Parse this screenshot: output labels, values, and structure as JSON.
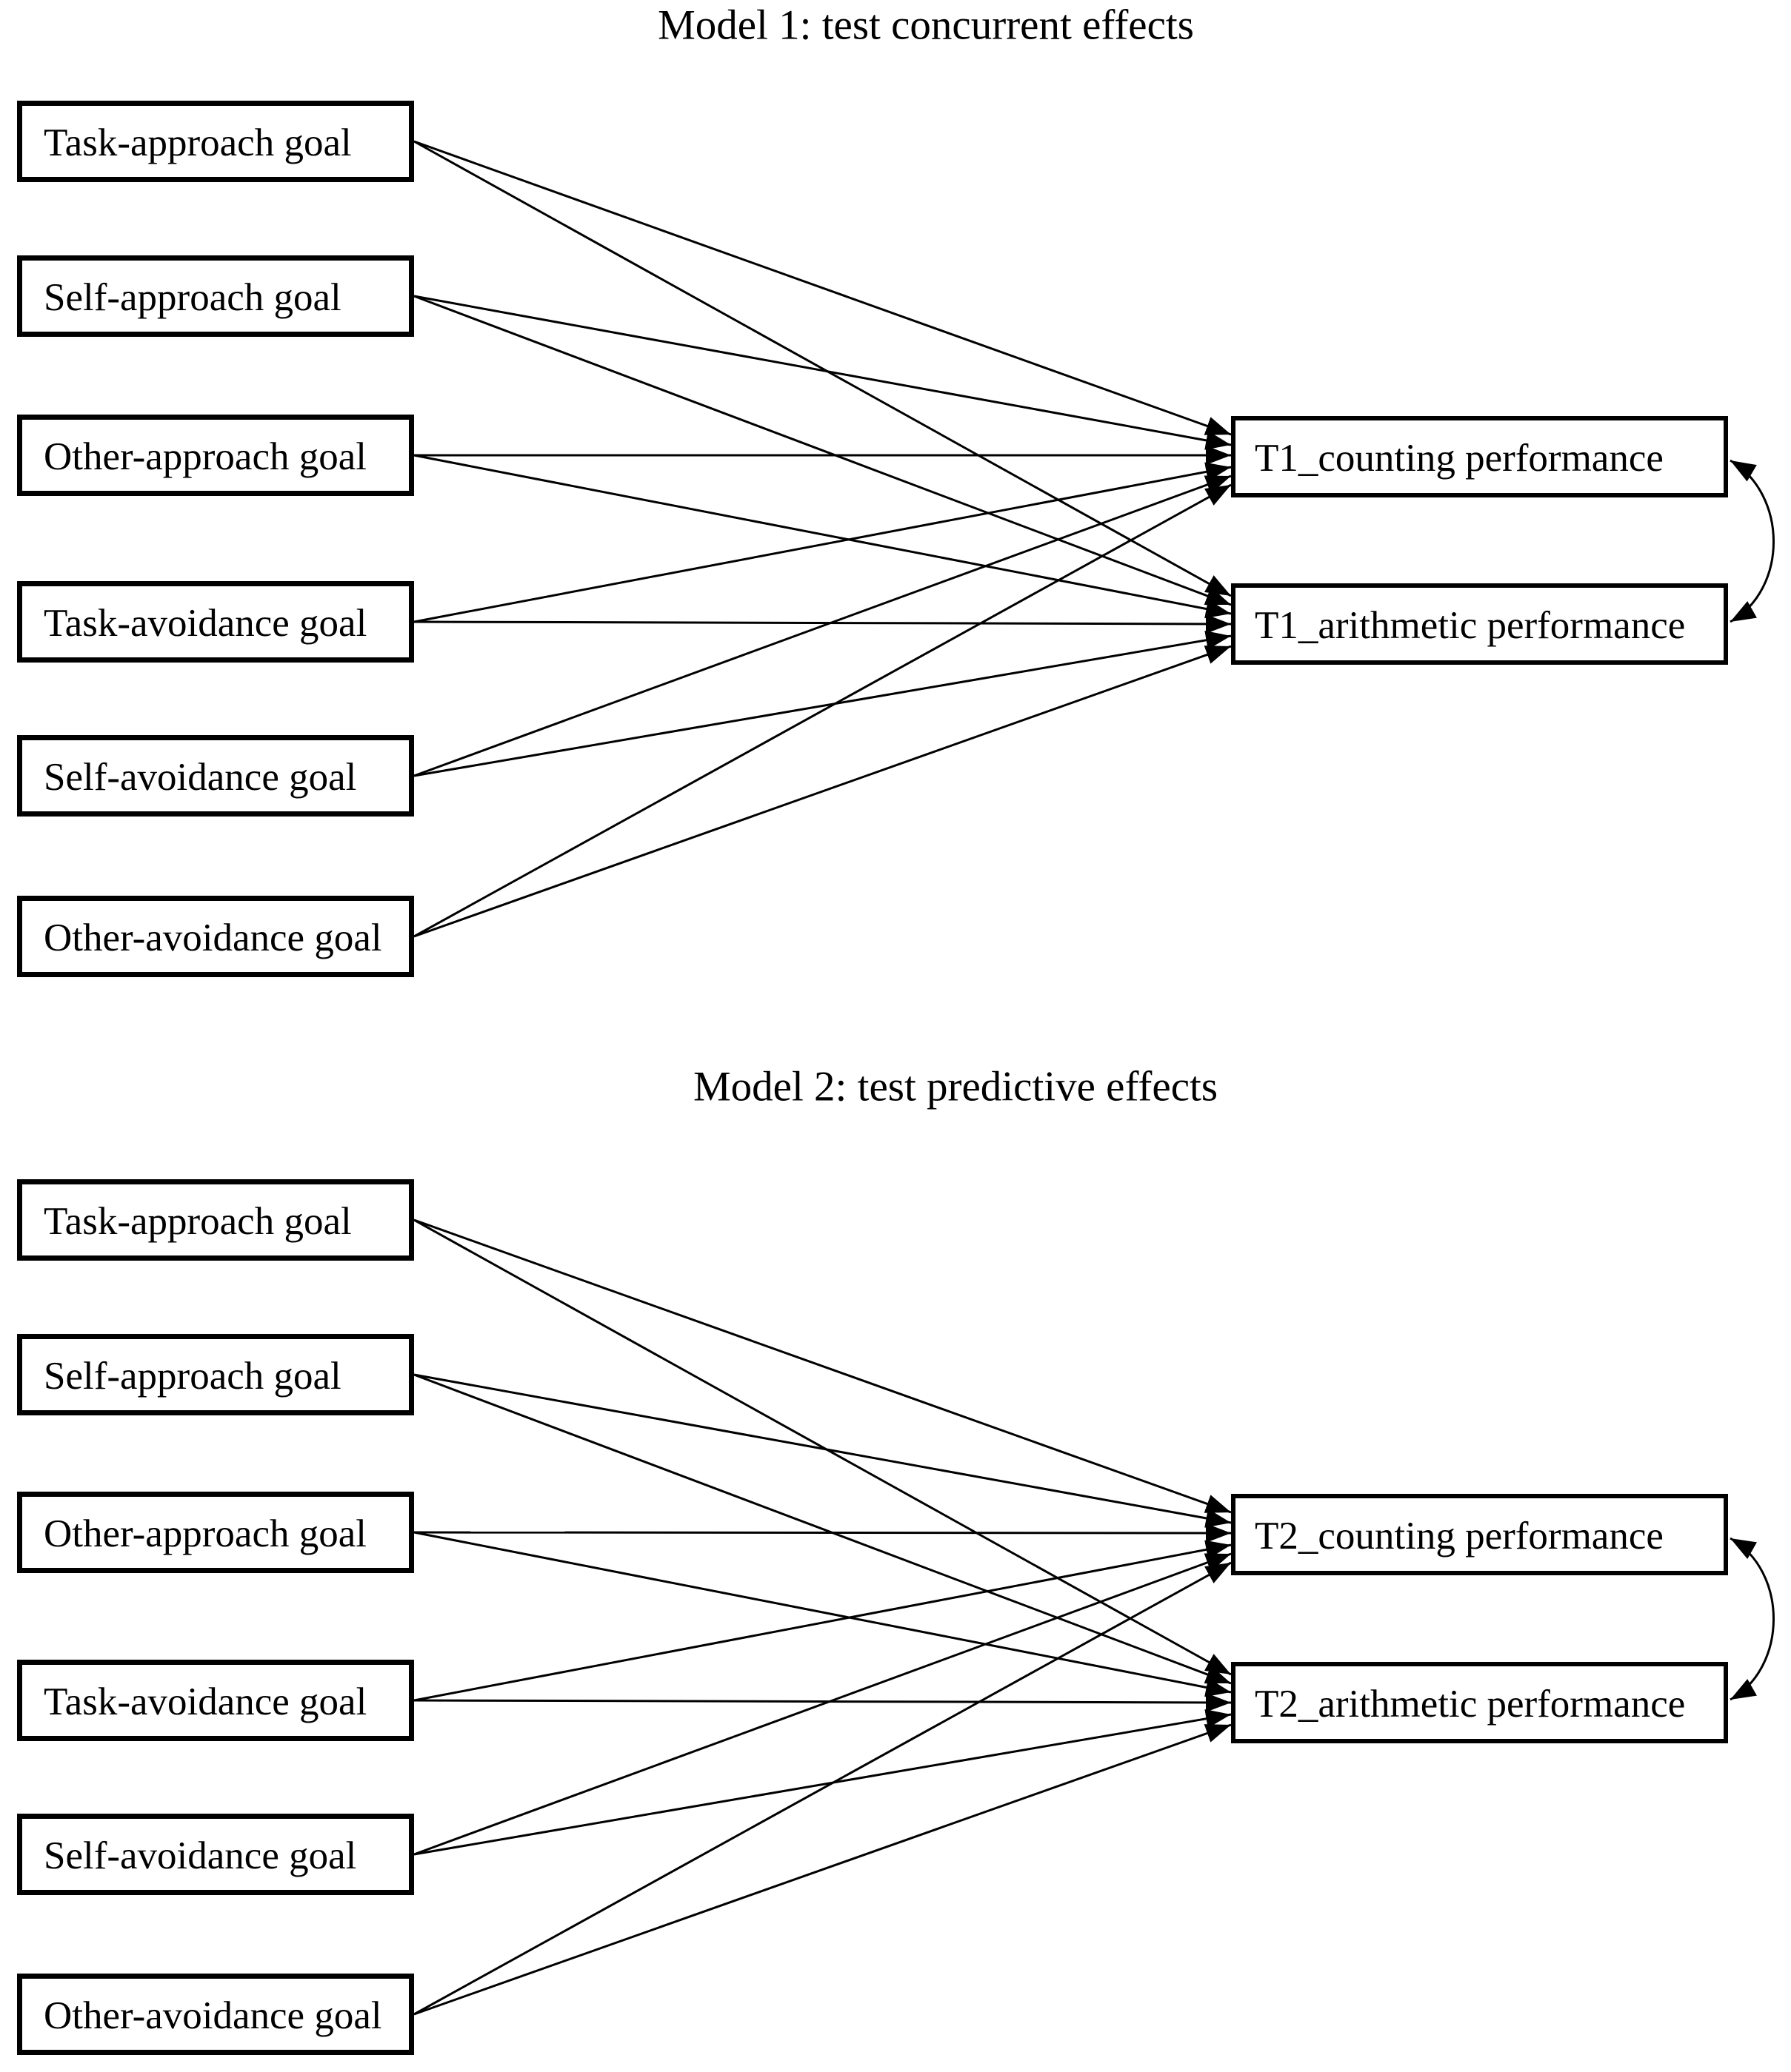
{
  "figure": {
    "type": "path-model-diagram",
    "background_color": "#ffffff",
    "ink_color": "#000000",
    "panels": 2
  },
  "models": [
    {
      "title": "Model 1: test concurrent effects",
      "sources": [
        "Task-approach goal",
        "Self-approach goal",
        "Other-approach goal",
        "Task-avoidance goal",
        "Self-avoidance goal",
        "Other-avoidance goal"
      ],
      "targets": [
        "T1_counting performance",
        "T1_arithmetic performance"
      ],
      "arrows": "each goal box sends one directed arrow to each performance box (12 single-headed arrows)",
      "covariance": "T1_counting performance and T1_arithmetic performance linked by a curved double-headed arrow on the right side"
    },
    {
      "title": "Model 2: test predictive effects",
      "sources": [
        "Task-approach goal",
        "Self-approach goal",
        "Other-approach goal",
        "Task-avoidance goal",
        "Self-avoidance goal",
        "Other-avoidance goal"
      ],
      "targets": [
        "T2_counting performance",
        "T2_arithmetic performance"
      ],
      "arrows": "each goal box sends one directed arrow to each performance box (12 single-headed arrows)",
      "covariance": "T2_counting performance and T2_arithmetic performance linked by a curved double-headed arrow on the right side"
    }
  ]
}
